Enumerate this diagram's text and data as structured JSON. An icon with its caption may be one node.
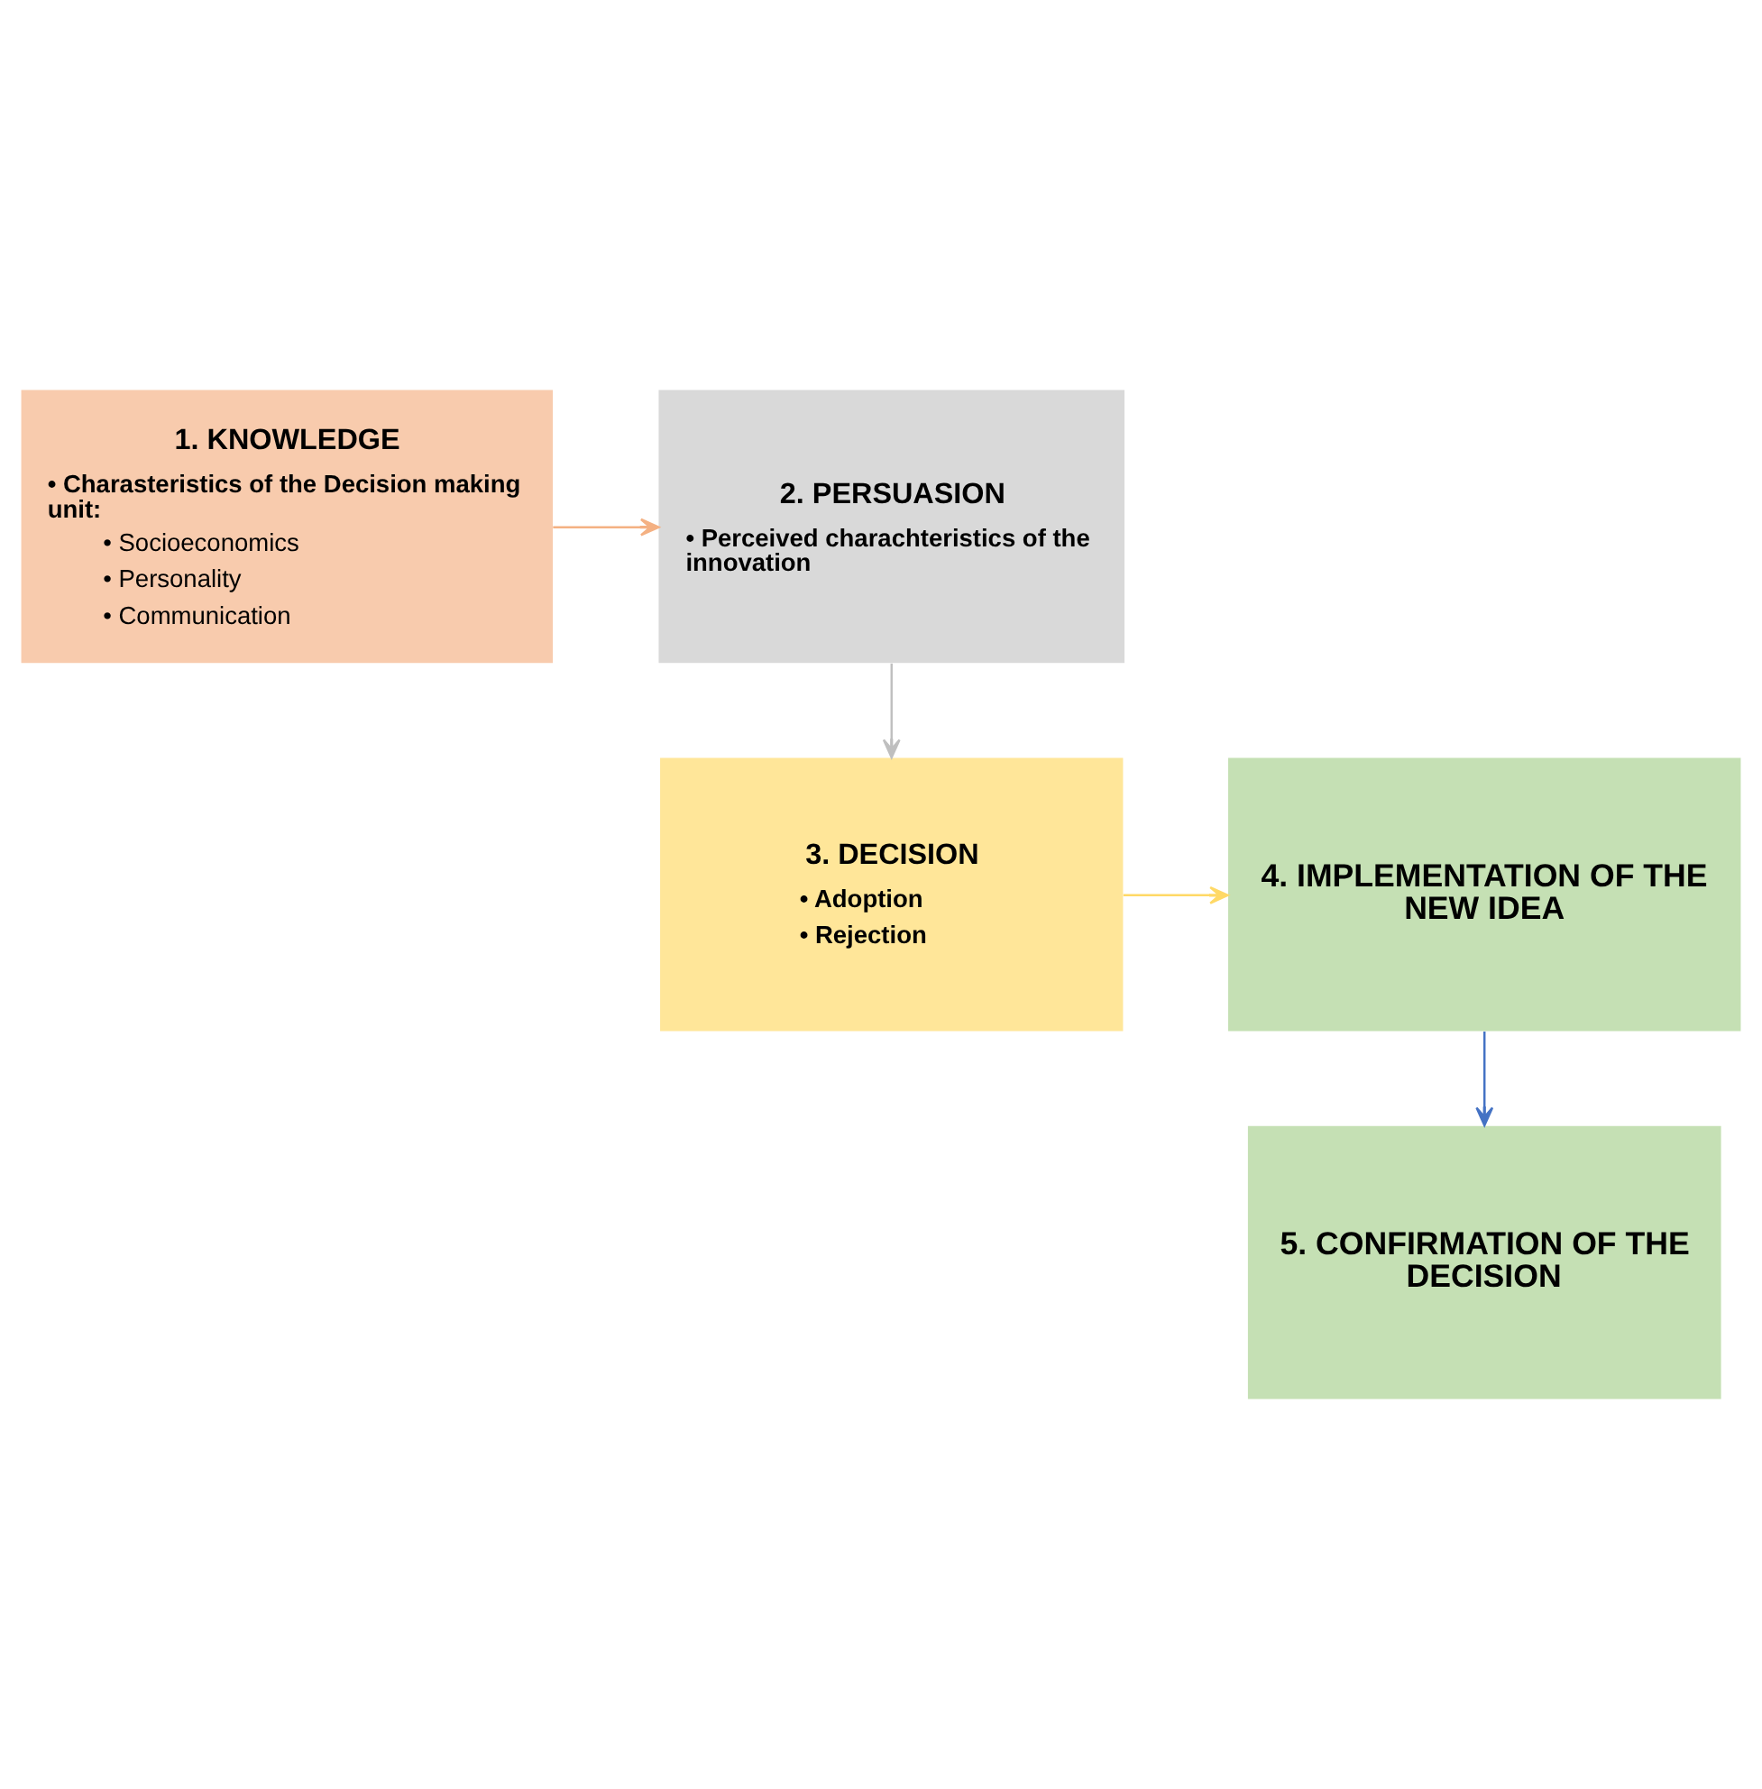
{
  "diagram": {
    "nodes": [
      {
        "text": [
          "1. KNOWLEDGE",
          "• Charasteristics of the Decision making unit:",
          "• Socioeconomics",
          "• Personality",
          "• Communication"
        ]
      },
      {
        "text": [
          "2. PERSUASION",
          "• Perceived charachteristics of the innovation"
        ]
      },
      {
        "text": [
          "3. DECISION",
          "• Adoption",
          "• Rejection"
        ]
      },
      {
        "text": [
          "4. IMPLEMENTATION OF THE NEW IDEA"
        ]
      },
      {
        "text": [
          "5. CONFIRMATION OF THE DECISION"
        ]
      }
    ],
    "edges": [
      {
        "from": 0,
        "to": 1,
        "arrow": "to",
        "color": "#f4b183"
      },
      {
        "from": 1,
        "to": 2,
        "arrow": "to",
        "color": "#bfbfbf"
      },
      {
        "from": 2,
        "to": 3,
        "arrow": "to",
        "color": "#ffd966"
      },
      {
        "from": 3,
        "to": 4,
        "arrow": "to",
        "color": "#4472c4"
      }
    ]
  }
}
